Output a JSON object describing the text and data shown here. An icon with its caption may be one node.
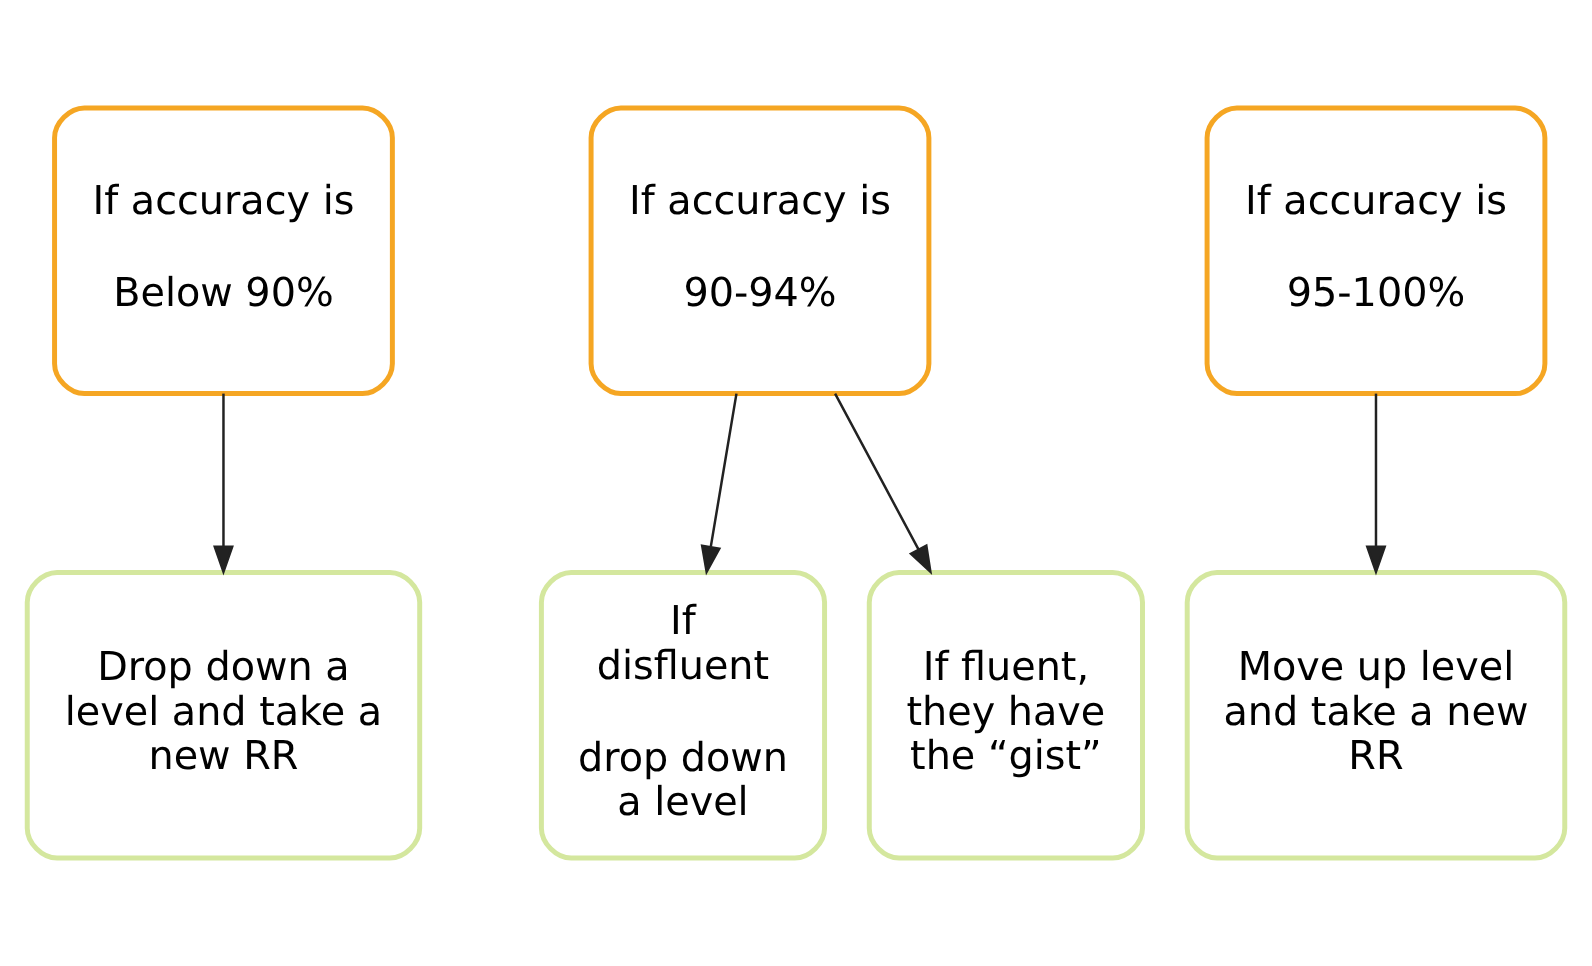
{
  "diagram": {
    "nodes": [
      {
        "text": [
          "If accuracy is",
          "Below 90%"
        ]
      },
      {
        "text": [
          "If accuracy is",
          "90-94%"
        ]
      },
      {
        "text": [
          "If accuracy is",
          "95-100%"
        ]
      },
      {
        "text": [
          "Drop down a level and take a new RR"
        ]
      },
      {
        "text": [
          "If disfluent",
          "drop down a level"
        ]
      },
      {
        "text": [
          "If fluent, they have the “gist”"
        ]
      },
      {
        "text": [
          "Move up level and take a new RR"
        ]
      }
    ],
    "edges": [
      {
        "from": 0,
        "to": 3,
        "arrow": "to"
      },
      {
        "from": 1,
        "to": 4,
        "arrow": "to"
      },
      {
        "from": 1,
        "to": 5,
        "arrow": "to"
      },
      {
        "from": 2,
        "to": 6,
        "arrow": "to"
      }
    ]
  }
}
